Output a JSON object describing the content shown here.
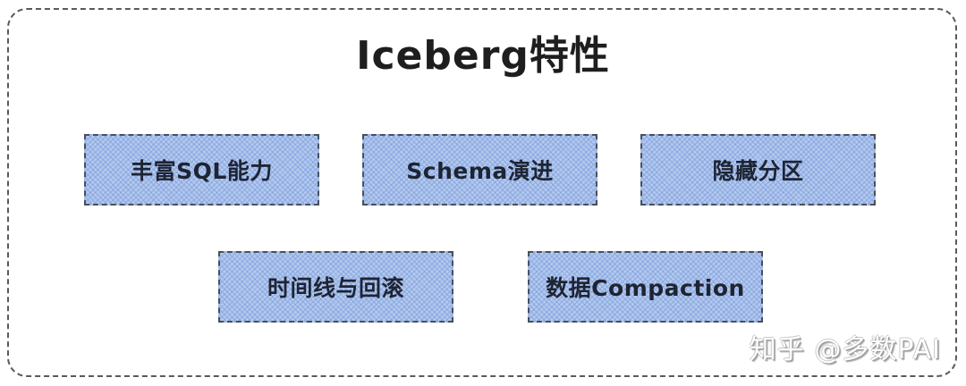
{
  "diagram": {
    "title": "Iceberg特性",
    "features": [
      {
        "label": "丰富SQL能力"
      },
      {
        "label": "Schema演进"
      },
      {
        "label": "隐藏分区"
      },
      {
        "label": "时间线与回滚"
      },
      {
        "label": "数据Compaction"
      }
    ]
  },
  "watermark": {
    "text": "知乎 @多数PAI"
  },
  "colors": {
    "box_fill": "#b4c8ec",
    "box_hatch": "#6e96dc",
    "box_border": "#4a4f5a",
    "frame_border": "#5a5a5a",
    "text": "#1e2433"
  }
}
